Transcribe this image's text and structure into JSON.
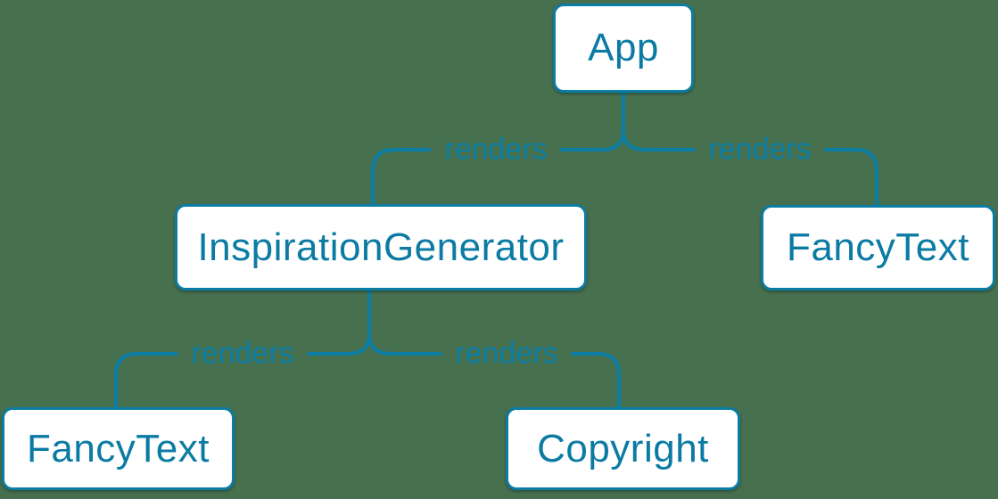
{
  "palette": {
    "background": "#47714e",
    "accent_blue": "#0b7ca4",
    "node_fill": "#ffffff"
  },
  "diagram": {
    "type": "component-render-tree",
    "nodes": [
      {
        "id": "app",
        "label": "App"
      },
      {
        "id": "inspiration-generator",
        "label": "InspirationGenerator"
      },
      {
        "id": "fancy-text-right",
        "label": "FancyText"
      },
      {
        "id": "fancy-text-left",
        "label": "FancyText"
      },
      {
        "id": "copyright",
        "label": "Copyright"
      }
    ],
    "edges": [
      {
        "from": "App",
        "to": "InspirationGenerator",
        "label": "renders"
      },
      {
        "from": "App",
        "to": "FancyText",
        "label": "renders"
      },
      {
        "from": "InspirationGenerator",
        "to": "FancyText",
        "label": "renders"
      },
      {
        "from": "InspirationGenerator",
        "to": "Copyright",
        "label": "renders"
      }
    ]
  }
}
